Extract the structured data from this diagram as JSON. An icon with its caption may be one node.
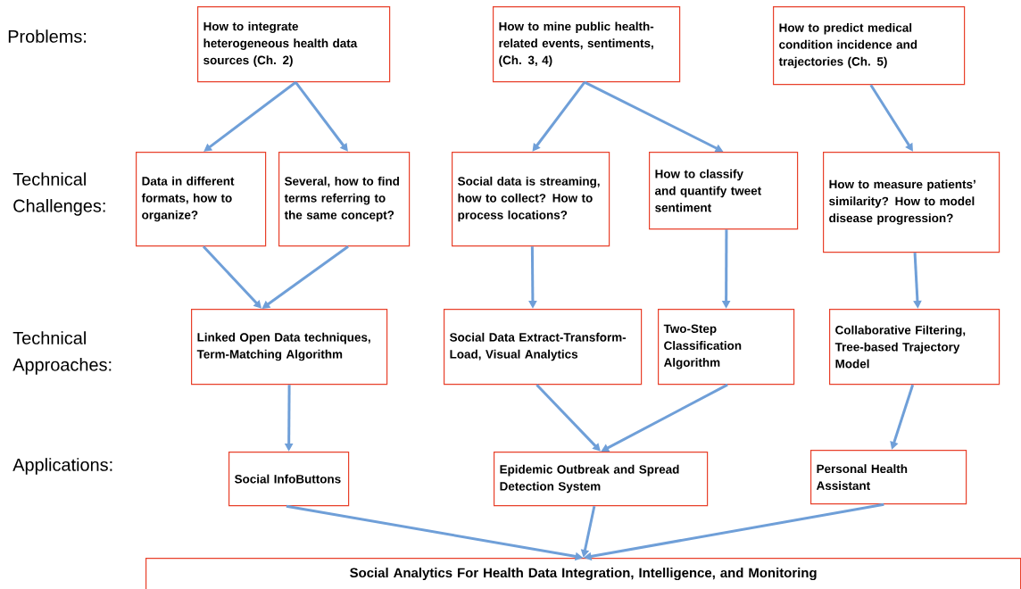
{
  "diagram": {
    "nodes": [
      {
        "text": [
          "How to integrate heterogeneous health data sources (Ch. 2)"
        ]
      },
      {
        "text": [
          "How to mine public health-related events, sentiments, (Ch. 3, 4)"
        ]
      },
      {
        "text": [
          "How to predict medical condition incidence and trajectories (Ch. 5)"
        ]
      },
      {
        "text": [
          "Data in different formats, how to organize?"
        ]
      },
      {
        "text": [
          "Several, how to find terms referring to the same concept?"
        ]
      },
      {
        "text": [
          "Social data is streaming, how to collect? How to process locations?"
        ]
      },
      {
        "text": [
          "How to classify and quantify tweet sentiment"
        ]
      },
      {
        "text": [
          "How to measure patients’ similarity? How to model disease progression?"
        ]
      },
      {
        "text": [
          "Linked Open Data techniques, Term-Matching Algorithm"
        ]
      },
      {
        "text": [
          "Social Data Extract-Transform-Load, Visual Analytics"
        ]
      },
      {
        "text": [
          "Two-Step Classification Algorithm"
        ]
      },
      {
        "text": [
          "Collaborative Filtering, Tree-based Trajectory Model"
        ]
      },
      {
        "text": [
          "Social InfoButtons"
        ]
      },
      {
        "text": [
          "Epidemic Outbreak and Spread Detection System"
        ]
      },
      {
        "text": [
          "Personal Health Assistant"
        ]
      },
      {
        "text": [
          "Social Analytics For Health Data Integration, Intelligence, and Monitoring"
        ]
      }
    ],
    "edges": [
      {
        "from": 0,
        "to": 3,
        "arrow": "to"
      },
      {
        "from": 0,
        "to": 4,
        "arrow": "to"
      },
      {
        "from": 1,
        "to": 5,
        "arrow": "to"
      },
      {
        "from": 1,
        "to": 6,
        "arrow": "to"
      },
      {
        "from": 2,
        "to": 7,
        "arrow": "to"
      },
      {
        "from": 3,
        "to": 8,
        "arrow": "to"
      },
      {
        "from": 4,
        "to": 8,
        "arrow": "to"
      },
      {
        "from": 5,
        "to": 9,
        "arrow": "to"
      },
      {
        "from": 6,
        "to": 10,
        "arrow": "to"
      },
      {
        "from": 7,
        "to": 11,
        "arrow": "to"
      },
      {
        "from": 8,
        "to": 12,
        "arrow": "to"
      },
      {
        "from": 9,
        "to": 13,
        "arrow": "to"
      },
      {
        "from": 10,
        "to": 13,
        "arrow": "to"
      },
      {
        "from": 11,
        "to": 14,
        "arrow": "to"
      },
      {
        "from": 12,
        "to": 15,
        "arrow": "to"
      },
      {
        "from": 13,
        "to": 15,
        "arrow": "to"
      },
      {
        "from": 14,
        "to": 15,
        "arrow": "to"
      }
    ],
    "labels": [
      "Problems:",
      "Technical Challenges:",
      "Technical Approaches:",
      "Applications:"
    ]
  }
}
